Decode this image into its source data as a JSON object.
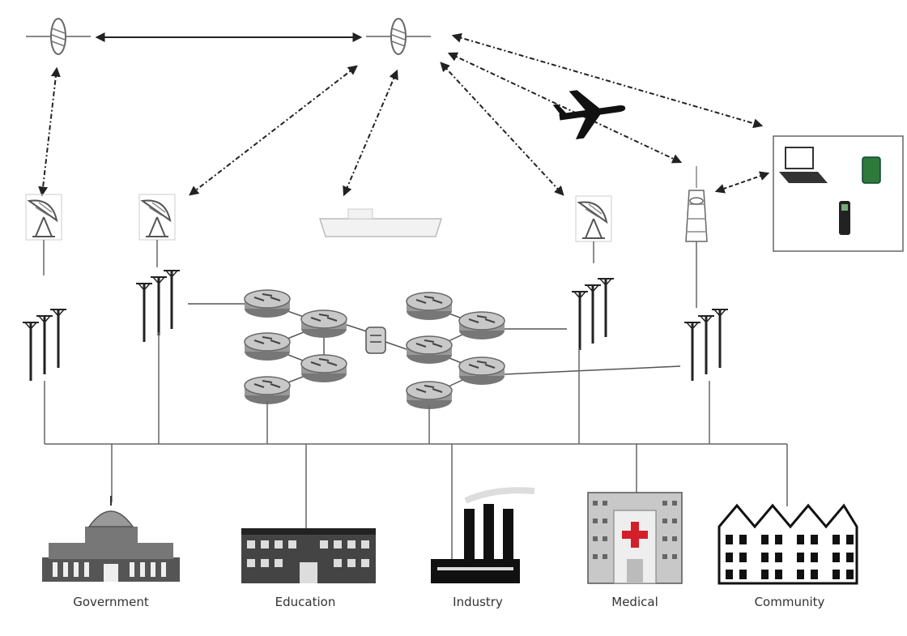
{
  "labels": {
    "government": "Government",
    "education": "Education",
    "industry": "Industry",
    "medical": "Medical",
    "community": "Community"
  },
  "icons": [
    "satellite-icon",
    "airplane-icon",
    "satellite-dish-icon",
    "ship-icon",
    "tower-icon",
    "antenna-icon",
    "router-icon",
    "switch-icon",
    "laptop-icon",
    "phone-icon",
    "capitol-icon",
    "school-icon",
    "factory-icon",
    "hospital-icon",
    "houses-icon"
  ],
  "colors": {
    "line": "#555555",
    "dark": "#111111",
    "gray": "#8a8a8a",
    "cross": "#d31f2a",
    "border": "#666666"
  }
}
